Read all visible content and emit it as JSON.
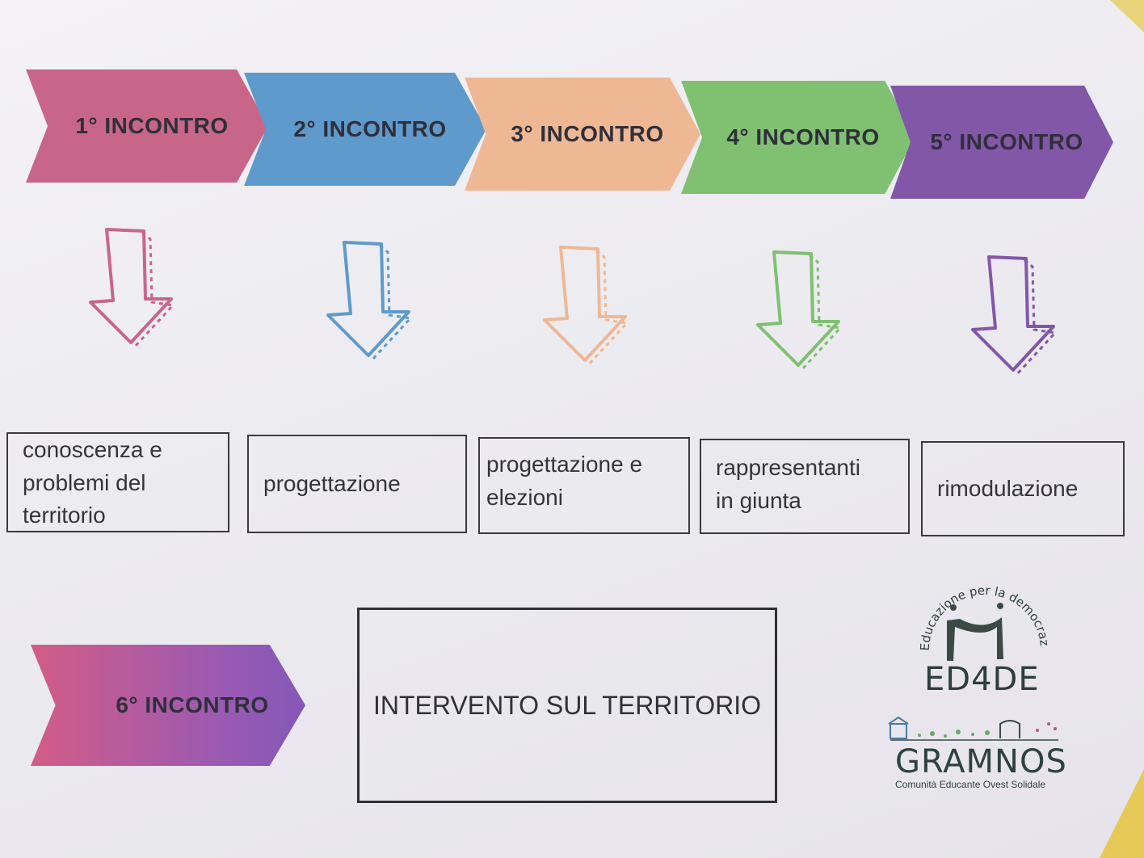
{
  "meetings": [
    {
      "label": "1° INCONTRO",
      "color": "#c8668a",
      "description": [
        "conoscenza e",
        "problemi del",
        "territorio"
      ]
    },
    {
      "label": "2° INCONTRO",
      "color": "#5e9acb",
      "description": [
        "progettazione"
      ]
    },
    {
      "label": "3° INCONTRO",
      "color": "#efb895",
      "description": [
        "progettazione e",
        "elezioni"
      ]
    },
    {
      "label": "4° INCONTRO",
      "color": "#7fc071",
      "description": [
        "rappresentanti",
        "in giunta"
      ]
    },
    {
      "label": "5° INCONTRO",
      "color": "#8257a8",
      "description": [
        "rimodulazione"
      ]
    }
  ],
  "final_meeting": {
    "label": "6° INCONTRO",
    "description": "INTERVENTO SUL TERRITORIO"
  },
  "logos": {
    "ed4de": {
      "arc_text": "Educazione per la democrazia",
      "name": "ED4DE"
    },
    "gramnos": {
      "name": "GRAMNOS",
      "subtitle": "Comunità Educante Ovest Solidale"
    }
  }
}
